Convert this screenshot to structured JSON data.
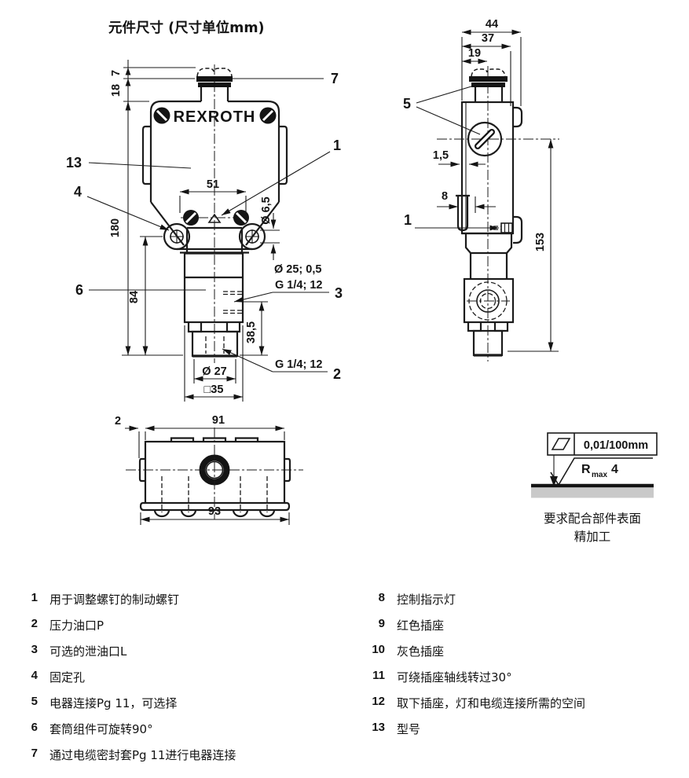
{
  "title": "元件尺寸 (尺寸单位mm)",
  "brand": "REXROTH",
  "front_view": {
    "dim_7": "7",
    "dim_18": "18",
    "dim_180": "180",
    "dim_84": "84",
    "dim_51": "51",
    "dim_dia_6_5": "Ø 6,5",
    "dim_dia_25": "Ø 25; 0,5",
    "dim_g14_drain": "G 1/4; 12",
    "dim_38_5": "38,5",
    "dim_g14_pressure": "G 1/4; 12",
    "dim_dia_27": "Ø 27",
    "dim_sq_35": "□35",
    "callout_7": "7",
    "callout_1": "1",
    "callout_13": "13",
    "callout_4": "4",
    "callout_6": "6",
    "callout_3": "3",
    "callout_2": "2"
  },
  "side_view": {
    "dim_44": "44",
    "dim_37": "37",
    "dim_19": "19",
    "dim_1_5": "1,5",
    "dim_8": "8",
    "dim_153": "153",
    "callout_5": "5",
    "callout_1": "1"
  },
  "bottom_view": {
    "dim_2": "2",
    "dim_91": "91",
    "dim_93": "93"
  },
  "surface_finish": {
    "flatness": "0,01/100mm",
    "r": "R",
    "r_sub": "max",
    "r_val": "4",
    "note_1": "要求配合部件表面",
    "note_2": "精加工"
  },
  "legend": {
    "left": [
      {
        "num": "1",
        "text": "用于调整螺钉的制动螺钉"
      },
      {
        "num": "2",
        "text": "压力油口P"
      },
      {
        "num": "3",
        "text": "可选的泄油口L"
      },
      {
        "num": "4",
        "text": "固定孔"
      },
      {
        "num": "5",
        "text": "电器连接Pg 11，可选择"
      },
      {
        "num": "6",
        "text": "套筒组件可旋转90°"
      },
      {
        "num": "7",
        "text": "通过电缆密封套Pg 11进行电器连接"
      }
    ],
    "right": [
      {
        "num": "8",
        "text": "控制指示灯"
      },
      {
        "num": "9",
        "text": "红色插座"
      },
      {
        "num": "10",
        "text": "灰色插座"
      },
      {
        "num": "11",
        "text": "可绕插座轴线转过30°"
      },
      {
        "num": "12",
        "text": "取下插座，灯和电缆连接所需的空间"
      },
      {
        "num": "13",
        "text": "型号"
      }
    ]
  }
}
